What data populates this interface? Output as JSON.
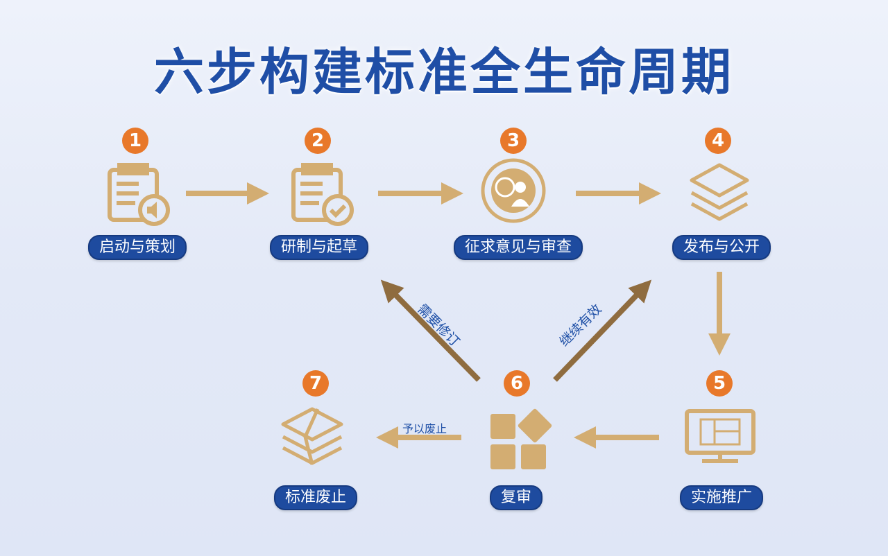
{
  "title": "六步构建标准全生命周期",
  "colors": {
    "accent": "#1e4b9f",
    "gold": "#d3ad72",
    "badge": "#e8782a",
    "diag_arrow": "#8f6c3f"
  },
  "steps": [
    {
      "number": "1",
      "label": "启动与策划",
      "icon": "clipboard-speaker-icon"
    },
    {
      "number": "2",
      "label": "研制与起草",
      "icon": "clipboard-check-icon"
    },
    {
      "number": "3",
      "label": "征求意见与审查",
      "icon": "clock-user-icon"
    },
    {
      "number": "4",
      "label": "发布与公开",
      "icon": "layers-icon"
    },
    {
      "number": "5",
      "label": "实施推广",
      "icon": "monitor-icon"
    },
    {
      "number": "6",
      "label": "复审",
      "icon": "blocks-icon"
    },
    {
      "number": "7",
      "label": "标准废止",
      "icon": "broken-layers-icon"
    }
  ],
  "arrow_labels": {
    "revise": "需要修订",
    "continue": "继续有效",
    "abolish": "予以废止"
  }
}
